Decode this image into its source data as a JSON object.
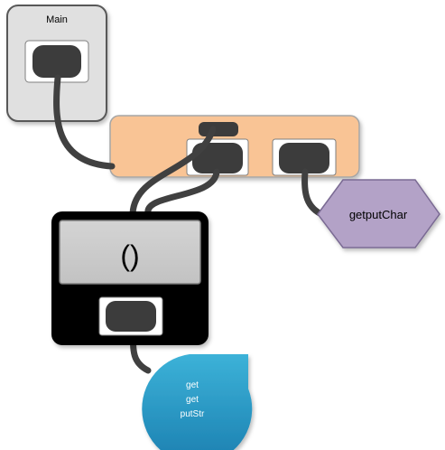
{
  "diagram": {
    "main_node": {
      "label": "Main"
    },
    "unit_node": {
      "label": "()"
    },
    "getputchar_node": {
      "label": "getputChar"
    },
    "sequence_node": {
      "lines": [
        "get",
        "get",
        "putStr"
      ]
    }
  },
  "colors": {
    "main_fill": "#e0e0e0",
    "main_stroke": "#595959",
    "orange_fill": "#f9c495",
    "orange_stroke": "#a6a6a6",
    "socket_fill": "#3c3c3c",
    "black_box": "#000000",
    "unit_fill": "#cccccc",
    "hexagon_fill": "#b3a2c7",
    "hexagon_stroke": "#7a6a93",
    "drop_top": "#3cb2d8",
    "drop_bottom": "#1b7fb0",
    "wire": "#404040"
  }
}
